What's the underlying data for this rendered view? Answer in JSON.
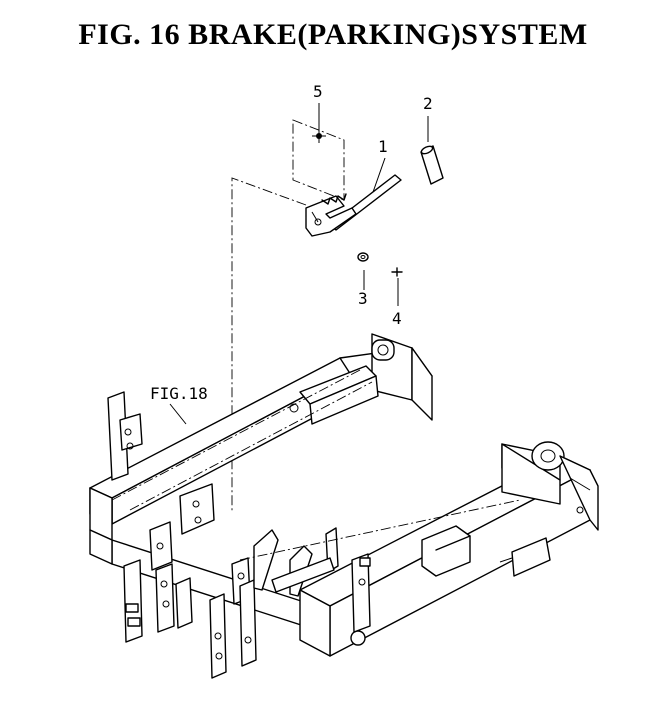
{
  "title": "FIG. 16  BRAKE(PARKING)SYSTEM",
  "callouts": {
    "c1": "1",
    "c2": "2",
    "c3": "3",
    "c4": "4",
    "c5": "5",
    "fig_ref": "FIG.18"
  }
}
